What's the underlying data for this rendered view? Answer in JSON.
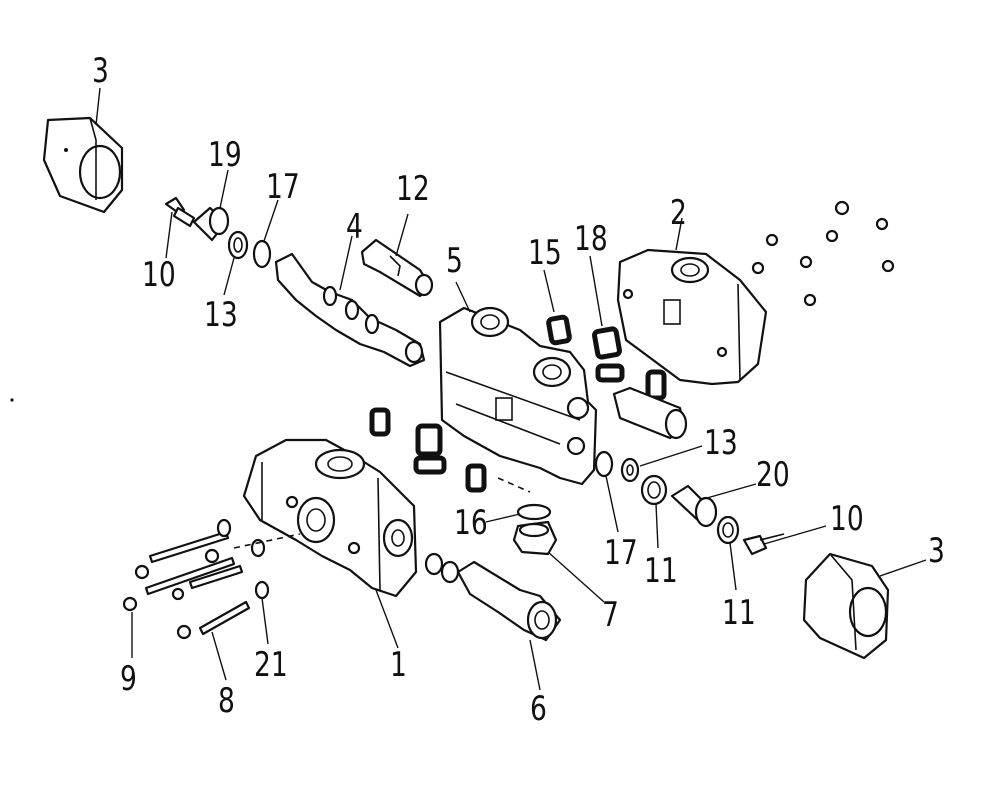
{
  "diagram": {
    "callouts": [
      {
        "id": "c3a",
        "text": "3"
      },
      {
        "id": "c19",
        "text": "19"
      },
      {
        "id": "c17a",
        "text": "17"
      },
      {
        "id": "c12",
        "text": "12"
      },
      {
        "id": "c4",
        "text": "4"
      },
      {
        "id": "c10a",
        "text": "10"
      },
      {
        "id": "c13a",
        "text": "13"
      },
      {
        "id": "c5",
        "text": "5"
      },
      {
        "id": "c15",
        "text": "15"
      },
      {
        "id": "c18",
        "text": "18"
      },
      {
        "id": "c2",
        "text": "2"
      },
      {
        "id": "c13b",
        "text": "13"
      },
      {
        "id": "c20",
        "text": "20"
      },
      {
        "id": "c10b",
        "text": "10"
      },
      {
        "id": "c3b",
        "text": "3"
      },
      {
        "id": "c16",
        "text": "16"
      },
      {
        "id": "c17b",
        "text": "17"
      },
      {
        "id": "c11a",
        "text": "11"
      },
      {
        "id": "c7",
        "text": "7"
      },
      {
        "id": "c11b",
        "text": "11"
      },
      {
        "id": "c9",
        "text": "9"
      },
      {
        "id": "c21",
        "text": "21"
      },
      {
        "id": "c1",
        "text": "1"
      },
      {
        "id": "c8",
        "text": "8"
      },
      {
        "id": "c6",
        "text": "6"
      }
    ]
  }
}
